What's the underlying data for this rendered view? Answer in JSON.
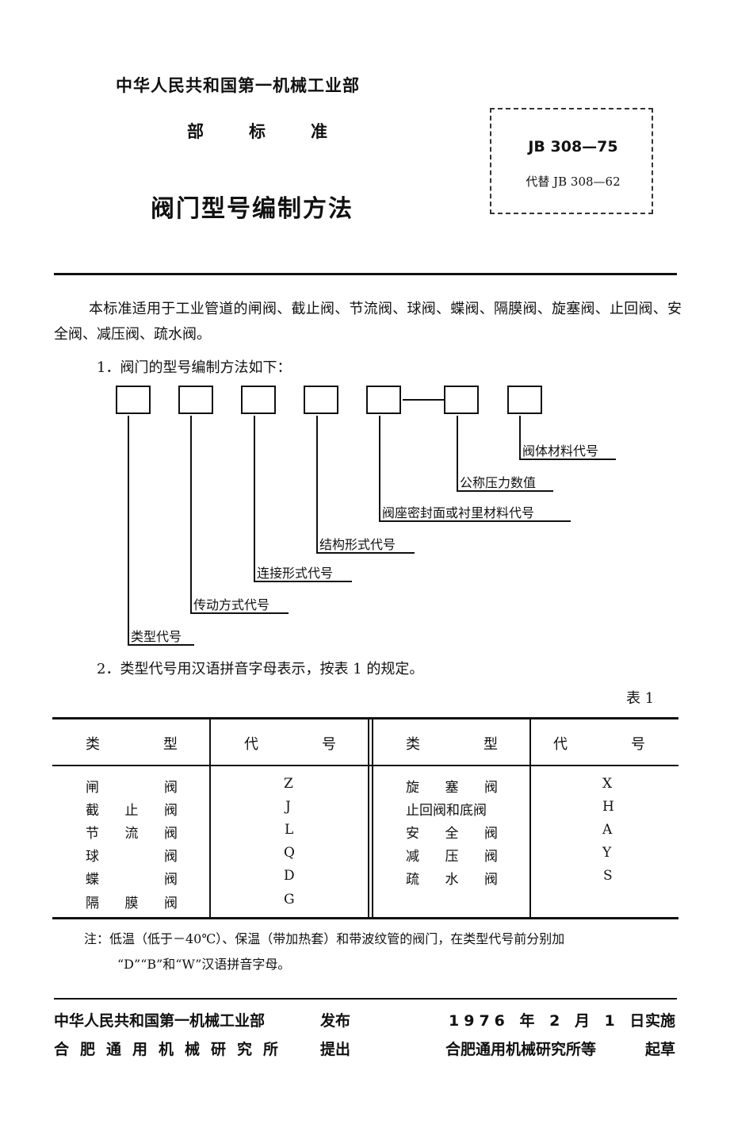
{
  "header": {
    "ministry": "中华人民共和国第一机械工业部",
    "standard_type": [
      "部",
      "标",
      "准"
    ],
    "title": "阀门型号编制方法",
    "code": "JB 308—75",
    "replaces": "代替 JB 308—62"
  },
  "body": {
    "intro": "本标准适用于工业管道的闸阀、截止阀、节流阀、球阀、蝶阀、隔膜阀、旋塞阀、止回阀、安全阀、减压阀、疏水阀。",
    "item1": "1．阀门的型号编制方法如下：",
    "item2": "2．类型代号用汉语拼音字母表示，按表 1 的规定。"
  },
  "diagram": {
    "labels": [
      "类型代号",
      "传动方式代号",
      "连接形式代号",
      "结构形式代号",
      "阀座密封面或衬里材料代号",
      "公称压力数值",
      "阀体材料代号"
    ]
  },
  "table": {
    "caption": "表 1",
    "headers": {
      "type": [
        "类",
        "型"
      ],
      "code": [
        "代",
        "号"
      ]
    },
    "left_rows": [
      {
        "type": [
          "闸",
          "阀"
        ],
        "code": "Z"
      },
      {
        "type": [
          "截",
          "止",
          "阀"
        ],
        "code": "J"
      },
      {
        "type": [
          "节",
          "流",
          "阀"
        ],
        "code": "L"
      },
      {
        "type": [
          "球",
          "阀"
        ],
        "code": "Q"
      },
      {
        "type": [
          "蝶",
          "阀"
        ],
        "code": "D"
      },
      {
        "type": [
          "隔",
          "膜",
          "阀"
        ],
        "code": "G"
      }
    ],
    "right_rows": [
      {
        "type": [
          "旋",
          "塞",
          "阀"
        ],
        "code": "X"
      },
      {
        "type": [
          "止回阀和底阀"
        ],
        "code": "H"
      },
      {
        "type": [
          "安",
          "全",
          "阀"
        ],
        "code": "A"
      },
      {
        "type": [
          "减",
          "压",
          "阀"
        ],
        "code": "Y"
      },
      {
        "type": [
          "疏",
          "水",
          "阀"
        ],
        "code": "S"
      }
    ]
  },
  "note": {
    "line1": "注：低温（低于－40℃）、保温（带加热套）和带波纹管的阀门，在类型代号前分别加",
    "line2": "“D”“B”和“W”汉语拼音字母。"
  },
  "footer": {
    "publisher": "中华人民共和国第一机械工业部",
    "publish_action": "发布",
    "date": "1976 年 2 月 1 日",
    "implement_action": "实施",
    "proposer": "合肥通用机械研究所",
    "propose_action": "提出",
    "drafter": "合肥通用机械研究所等",
    "draft_action": "起草"
  }
}
